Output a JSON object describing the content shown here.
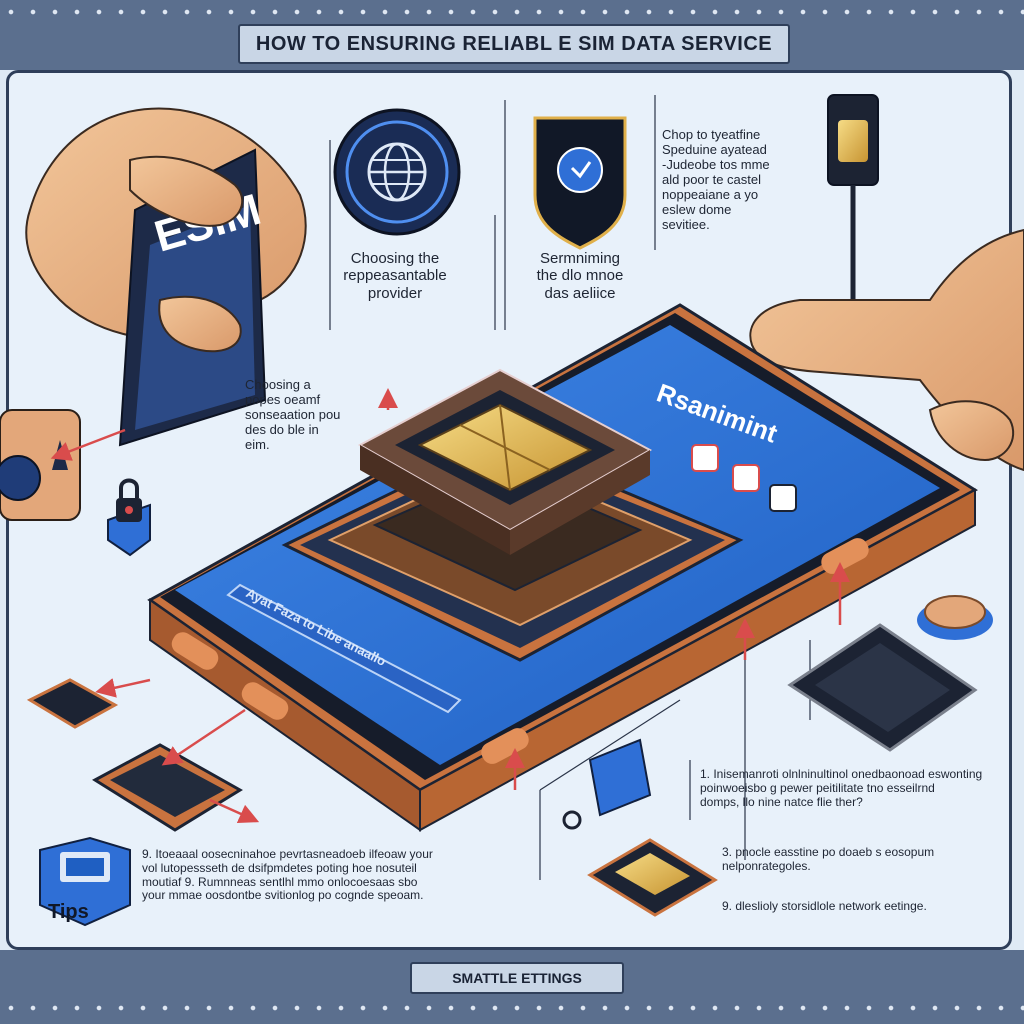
{
  "header": {
    "title": "HOW TO ENSURING RELIABL E SIM DATA SERVICE"
  },
  "footer": {
    "label": "SMATTLE ETTINGS"
  },
  "card": {
    "label": "ESIM"
  },
  "screen": {
    "heading": "Rsanimint",
    "bar_text": "Ayat Faza to Libe anaallo"
  },
  "steps": {
    "provider": [
      "Choosing the",
      "reppeasantable",
      "provider"
    ],
    "secure": [
      "Sermniming",
      "the dlo mnoe",
      "das aeliice"
    ],
    "right_note": [
      "Chop to tyeatfine",
      "Speduine ayatead",
      "-Judeobe tos mme",
      "ald poor te castel",
      "noppeaiane a yo",
      "eslew dome",
      "sevitiee."
    ],
    "left_note": [
      "Choosing a",
      "popes oeamf",
      "sonseaation pou",
      "des do ble in",
      "eim."
    ]
  },
  "tips": {
    "badge": "Tips",
    "item1": [
      "9. Itoeaaal oosecninahoe pevrtasneadoeb ilfeoaw your",
      "vol lutopessseth de dsifpmdetes poting hoe nosuteil",
      "moutiaf 9. Rumnneas sentlhl mmo onlocoesaas sbo",
      "your mmae oosdontbe svitionlog po cognde speoam."
    ],
    "item2": [
      "1. Inisemanroti olnlninultinol onedbaonoad eswonting",
      "poinwoeisbo g pewer peitilitate tno esseilrnd",
      "domps, llo nine natce flie ther?"
    ],
    "item3": [
      "3. pnocle easstine po doaeb s eosopum",
      "nelponrategoles."
    ],
    "item4": [
      "9. dleslioly storsidlole network eetinge."
    ]
  },
  "colors": {
    "accent": "#2f6fd6",
    "dark": "#1c2333",
    "copper": "#c9733f",
    "arrow": "#d94c4c",
    "chip_gold": "#e0b04a"
  }
}
